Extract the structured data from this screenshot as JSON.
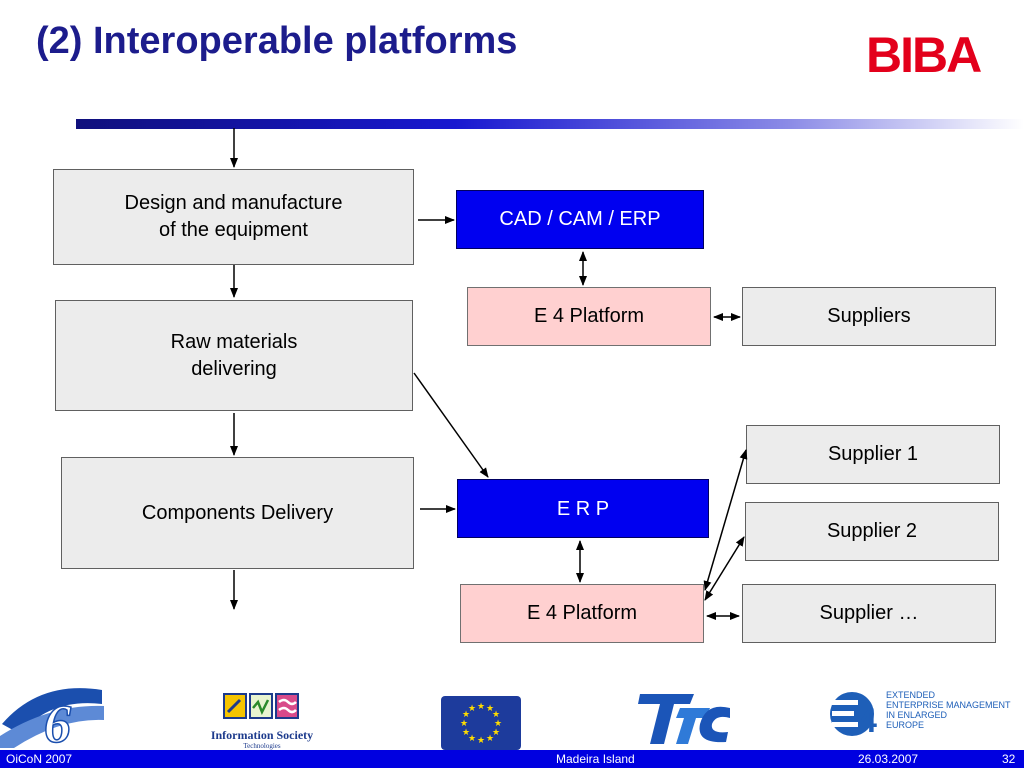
{
  "header": {
    "title": "(2) Interoperable platforms",
    "brand": "BIBA"
  },
  "diagram": {
    "left_boxes": [
      {
        "label": "Design and manufacture\nof the equipment"
      },
      {
        "label": "Raw materials\ndelivering"
      },
      {
        "label": "Components Delivery"
      }
    ],
    "top_group": {
      "system": "CAD / CAM / ERP",
      "platform": "E 4 Platform",
      "partner": "Suppliers"
    },
    "bottom_group": {
      "system": "E R P",
      "platform": "E 4 Platform",
      "suppliers": [
        "Supplier 1",
        "Supplier 2",
        "Supplier …"
      ]
    }
  },
  "logos": {
    "info_society_line1": "Information Society",
    "info_society_line2": "Technologies",
    "e4_lines": [
      "EXTENDED",
      "ENTERPRISE MANAGEMENT",
      "IN ENLARGED",
      "EUROPE"
    ]
  },
  "footer": {
    "left": "OiCoN 2007",
    "center": "Madeira Island",
    "date": "26.03.2007",
    "page": "32"
  },
  "colors": {
    "title": "#1c1c8c",
    "brand": "#e3001b",
    "system_box": "#0000f0",
    "platform_box": "#ffd0d0",
    "process_box": "#ececec",
    "footer": "#0000e0"
  }
}
